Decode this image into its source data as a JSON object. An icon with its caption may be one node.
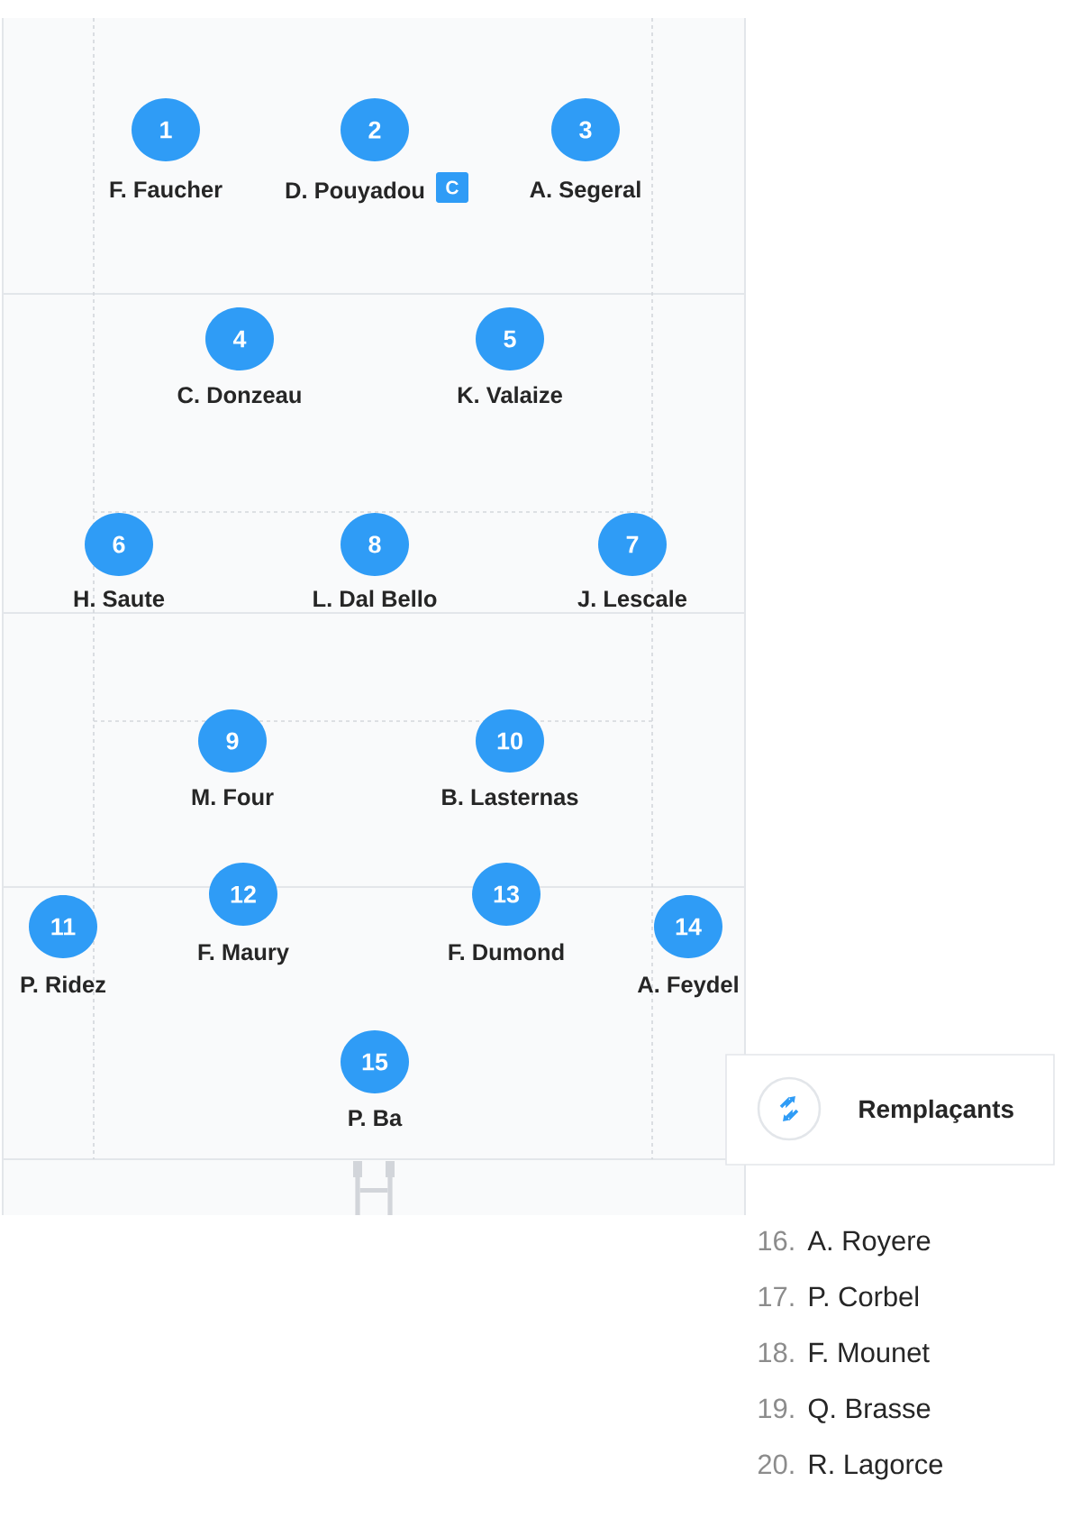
{
  "diagram": {
    "nodes": [
      {
        "text": [
          "1"
        ],
        "beside": [
          "F. Faucher"
        ]
      },
      {
        "text": [
          "2"
        ],
        "beside": [
          "D. Pouyadou"
        ]
      },
      {
        "text": [
          "C"
        ]
      },
      {
        "text": [
          "3"
        ],
        "beside": [
          "A. Segeral"
        ]
      },
      {
        "text": [
          "4"
        ],
        "beside": [
          "C. Donzeau"
        ]
      },
      {
        "text": [
          "5"
        ],
        "beside": [
          "K. Valaize"
        ]
      },
      {
        "text": [
          "6"
        ],
        "beside": [
          "H. Saute"
        ]
      },
      {
        "text": [
          "8"
        ],
        "beside": [
          "L. Dal Bello"
        ]
      },
      {
        "text": [
          "7"
        ],
        "beside": [
          "J. Lescale"
        ]
      },
      {
        "text": [
          "9"
        ],
        "beside": [
          "M. Four"
        ]
      },
      {
        "text": [
          "10"
        ],
        "beside": [
          "B. Lasternas"
        ]
      },
      {
        "text": [
          "11"
        ],
        "beside": [
          "P. Ridez"
        ]
      },
      {
        "text": [
          "12"
        ],
        "beside": [
          "F. Maury"
        ]
      },
      {
        "text": [
          "13"
        ],
        "beside": [
          "F. Dumond"
        ]
      },
      {
        "text": [
          "14"
        ],
        "beside": [
          "A. Feydel"
        ]
      },
      {
        "text": [
          "15"
        ],
        "beside": [
          "P. Ba"
        ]
      },
      {
        "text": [
          "Remplaçants"
        ]
      }
    ],
    "labels": [
      "16.",
      "A. Royere",
      "17.",
      "P. Corbel",
      "18.",
      "F. Mounet",
      "19.",
      "Q. Brasse",
      "20.",
      "R. Lagorce"
    ]
  }
}
